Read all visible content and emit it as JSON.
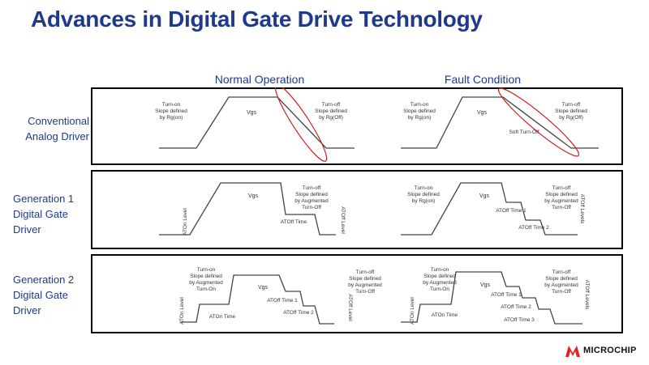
{
  "slide": {
    "title": "Advances in Digital Gate Drive Technology",
    "columns": {
      "left": "Normal Operation",
      "right": "Fault Condition"
    }
  },
  "rows": [
    {
      "label": [
        "Conventional",
        "Analog Driver"
      ]
    },
    {
      "label": [
        "Generation 1",
        "Digital Gate",
        "Driver"
      ]
    },
    {
      "label": [
        "Generation 2",
        "Digital Gate",
        "Driver"
      ]
    }
  ],
  "diagram": {
    "turn_on_rg": [
      "Turn-on",
      "Slope defined",
      "by Rg(on)"
    ],
    "turn_off_rg": [
      "Turn-off",
      "Slope defined",
      "by Rg(Off)"
    ],
    "vgs": "Vgs",
    "soft_turn_off": "Soft Turn-Off",
    "turn_off_aug": [
      "Turn-off",
      "Slope defined",
      "by Augmented",
      "Turn-Off"
    ],
    "turn_on_aug": [
      "Turn-on",
      "Slope defined",
      "by Augmented",
      "Turn-On"
    ],
    "atoff_time": "ATOff Time",
    "atoff_time_1": "ATOff Time 1",
    "atoff_time_2": "ATOff Time 2",
    "atoff_time_3": "ATOff Time 3",
    "aton_time": "ATOn Time",
    "aton_level": "ATOn Level",
    "atoff_level": "ATOff Level",
    "atoff_levels": "ATOff Levels"
  },
  "brand": {
    "logo_text": "MICROCHIP",
    "color": "#e2231a"
  }
}
